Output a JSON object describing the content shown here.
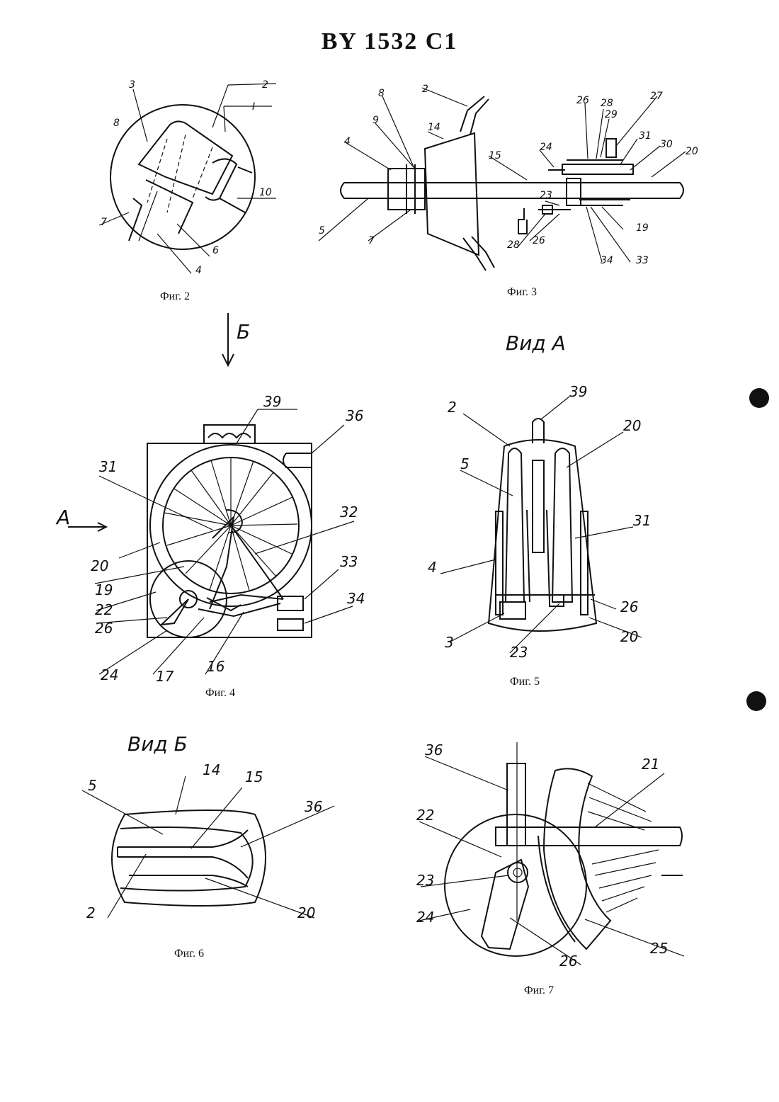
{
  "header": {
    "title": "BY 1532 C1"
  },
  "figures": {
    "fig2": {
      "caption": "Фиг. 2",
      "labels": {
        "l3": "3",
        "l2": "2",
        "lI": "I",
        "l8": "8",
        "l10": "10",
        "l7": "7",
        "l6": "6",
        "l4": "4"
      }
    },
    "fig3": {
      "caption": "Фиг. 3",
      "labels": {
        "l2": "2",
        "l8": "8",
        "l14": "14",
        "l9": "9",
        "l4": "4",
        "l24": "24",
        "l15": "15",
        "l26a": "26",
        "l28a": "28",
        "l29": "29",
        "l27": "27",
        "l31": "31",
        "l30": "30",
        "l20": "20",
        "l5": "5",
        "l7": "7",
        "l23": "23",
        "l28b": "28",
        "l26b": "26",
        "l19": "19",
        "l34": "34",
        "l33": "33"
      }
    },
    "fig4": {
      "caption": "Фиг. 4",
      "view_arrow": "Б",
      "side_arrow": "A",
      "labels": {
        "l39": "39",
        "l36": "36",
        "l31": "31",
        "l32": "32",
        "l20": "20",
        "l33": "33",
        "l19": "19",
        "l34": "34",
        "l22": "22",
        "l26": "26",
        "l24": "24",
        "l17": "17",
        "l16": "16"
      }
    },
    "fig5": {
      "caption": "Фиг. 5",
      "view_title": "Вид А",
      "labels": {
        "l39": "39",
        "l2": "2",
        "l20a": "20",
        "l5": "5",
        "l31": "31",
        "l4": "4",
        "l26": "26",
        "l3": "3",
        "l23": "23",
        "l20b": "20"
      }
    },
    "fig6": {
      "caption": "Фиг. 6",
      "view_title": "Вид Б",
      "labels": {
        "l5": "5",
        "l14": "14",
        "l15": "15",
        "l36": "36",
        "l2": "2",
        "l20": "20"
      }
    },
    "fig7": {
      "caption": "Фиг. 7",
      "labels": {
        "l36": "36",
        "l21": "21",
        "l22": "22",
        "l23": "23",
        "l24": "24",
        "l26": "26",
        "l25": "25"
      }
    }
  }
}
